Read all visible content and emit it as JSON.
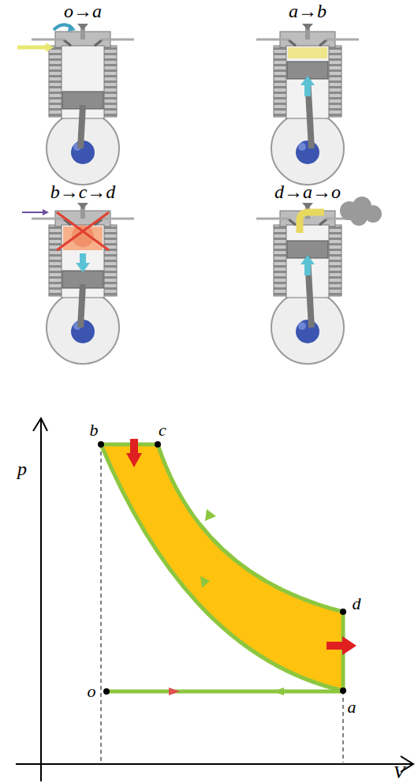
{
  "diagram": {
    "labels": [
      "o→a",
      "a→b",
      "b→c→d",
      "d→a→o",
      "p",
      "b",
      "c",
      "d",
      "o",
      "a",
      "V"
    ]
  }
}
